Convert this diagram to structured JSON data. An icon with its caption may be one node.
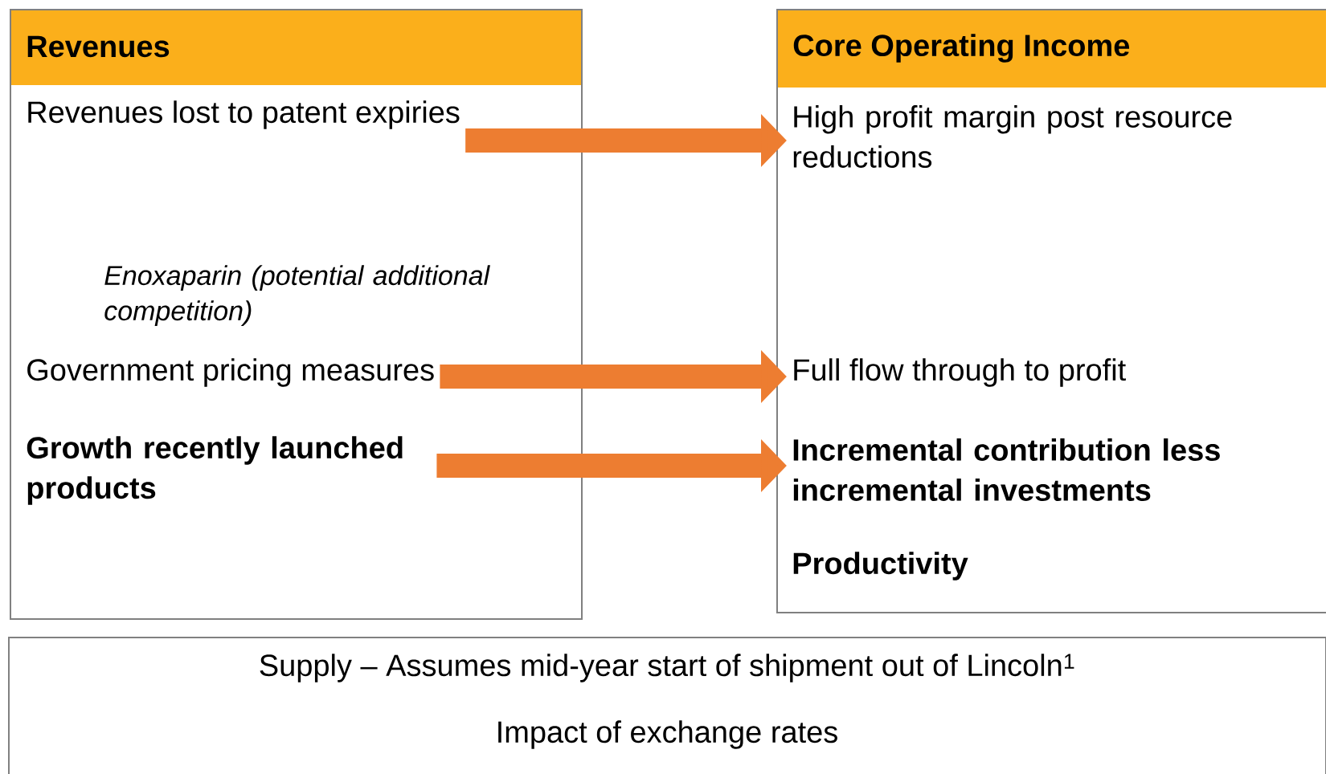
{
  "diagram": {
    "nodes": [
      {
        "text": [
          "Revenues",
          "Enoxaparin (potential additional competition)"
        ]
      },
      {
        "text": [
          "Revenues lost to patent expiries"
        ],
        "in": 0
      },
      {
        "text": [
          "Government  pricing measures"
        ],
        "in": 0
      },
      {
        "text": [
          "**Growth recently launched products**"
        ],
        "in": 0
      },
      {
        "text": [
          "Core Operating Income",
          "**Productivity**"
        ]
      },
      {
        "text": [
          "High profit margin post resource reductions"
        ],
        "in": 4
      },
      {
        "text": [
          "Full flow through to profit"
        ],
        "in": 4
      },
      {
        "text": [
          "**Incremental contribution less incremental investments**"
        ],
        "in": 4
      },
      {
        "text": [
          "Supply – Assumes mid-year start of shipment out of Lincoln$^{1}$",
          "Impact of exchange rates"
        ]
      }
    ],
    "edges": [
      {
        "from": 1,
        "to": 5,
        "arrow": "to"
      },
      {
        "from": 2,
        "to": 6,
        "arrow": "to"
      },
      {
        "from": 3,
        "to": 7,
        "arrow": "to"
      }
    ]
  }
}
